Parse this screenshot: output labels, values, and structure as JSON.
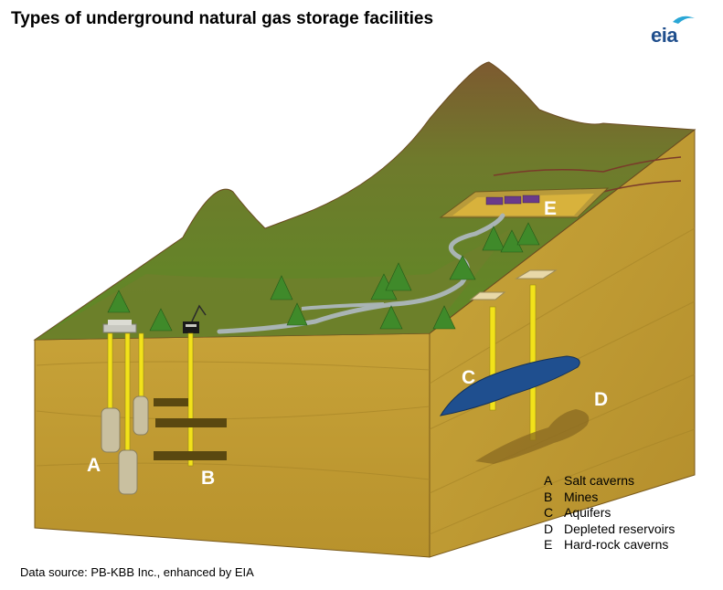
{
  "title": "Types of underground natural gas storage facilities",
  "logo_text": "eia",
  "source": "Data source: PB-KBB Inc., enhanced by EIA",
  "site_labels": {
    "a": "A",
    "b": "B",
    "c": "C",
    "d": "D",
    "e": "E"
  },
  "legend": [
    {
      "key": "A",
      "label": "Salt caverns"
    },
    {
      "key": "B",
      "label": "Mines"
    },
    {
      "key": "C",
      "label": "Aquifers"
    },
    {
      "key": "D",
      "label": "Depleted reservoirs"
    },
    {
      "key": "E",
      "label": "Hard-rock caverns"
    }
  ],
  "colors": {
    "soil": "#c9a338",
    "soil_dark": "#b08a2a",
    "grass": "#6f8c2e",
    "mountain": "#8a6a3a",
    "well": "#f2e21a",
    "aquifer": "#1f4f8f",
    "pipeline": "#a9b4b4",
    "logo": "#1f4e8c"
  }
}
